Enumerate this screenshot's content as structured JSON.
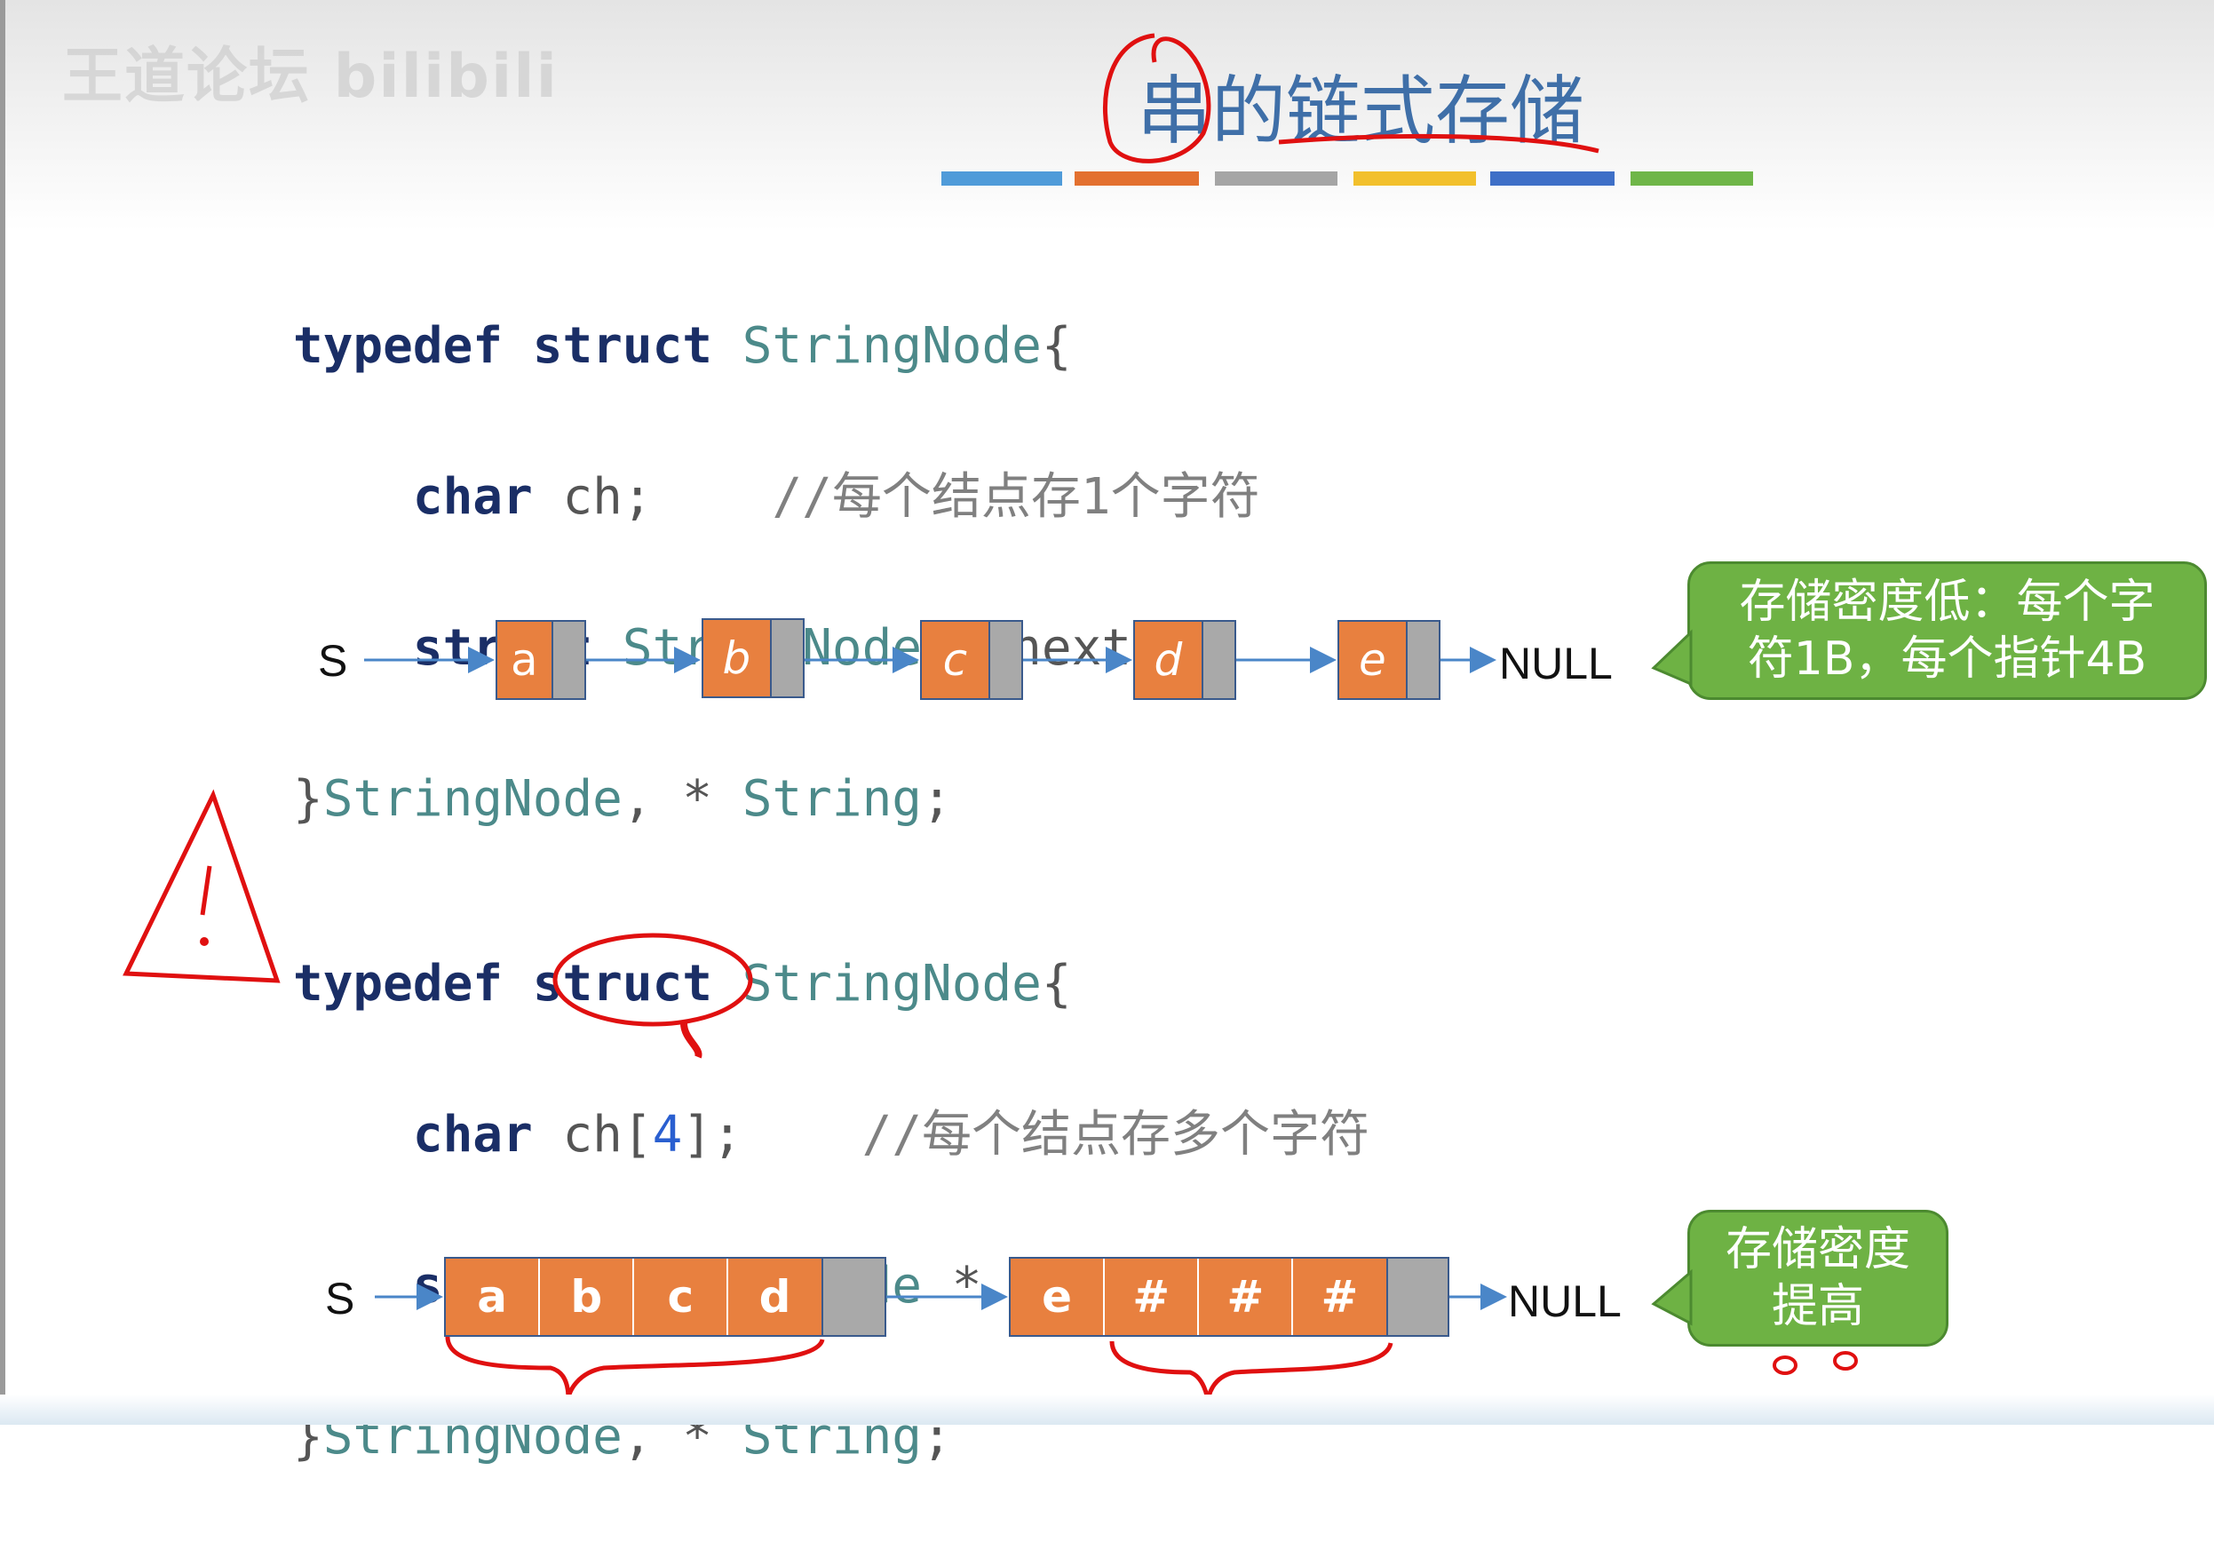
{
  "watermark": "王道论坛 bilibili",
  "title": "串的链式存储",
  "title_bar_colors": [
    "#4f9bd9",
    "#e3702f",
    "#a5a5a5",
    "#f2c02c",
    "#3e6fc7",
    "#6fb648"
  ],
  "code1": {
    "line1": {
      "kw1": "typedef",
      "kw2": "struct",
      "type": "StringNode",
      "brace": "{"
    },
    "line2": {
      "kw": "char",
      "var": "ch;",
      "comment": "//每个结点存1个字符"
    },
    "line3": {
      "kw": "struct",
      "type": "StringNode",
      "rest": " * next;"
    },
    "line4": {
      "brace": "}",
      "type1": "StringNode",
      "mid": ", * ",
      "type2": "String",
      "end": ";"
    }
  },
  "diagram1": {
    "head": "S",
    "nodes": [
      "a",
      "b",
      "c",
      "d",
      "e"
    ],
    "tail": "NULL"
  },
  "callout1": {
    "line1": "存储密度低：每个字",
    "line2": "符1B，每个指针4B"
  },
  "code2": {
    "line1": {
      "kw1": "typedef",
      "kw2": "struct",
      "type": "StringNode",
      "brace": "{"
    },
    "line2": {
      "kw": "char",
      "var": "ch[",
      "num": "4",
      "var_end": "];",
      "comment": "//每个结点存多个字符"
    },
    "line3": {
      "kw": "struct",
      "type": "StringNode",
      "rest": " * next;"
    },
    "line4": {
      "brace": "}",
      "type1": "StringNode",
      "mid": ", * ",
      "type2": "String",
      "end": ";"
    }
  },
  "diagram2": {
    "head": "S",
    "node1": [
      "a",
      "b",
      "c",
      "d"
    ],
    "node2": [
      "e",
      "#",
      "#",
      "#"
    ],
    "tail": "NULL"
  },
  "callout2": {
    "line1": "存储密度",
    "line2": "提高"
  },
  "colors": {
    "node_fill": "#e8803f",
    "pointer_fill": "#a9a9a9",
    "callout_fill": "#6eb244",
    "annotation_red": "#e01010",
    "arrow_blue": "#4a86c8"
  }
}
